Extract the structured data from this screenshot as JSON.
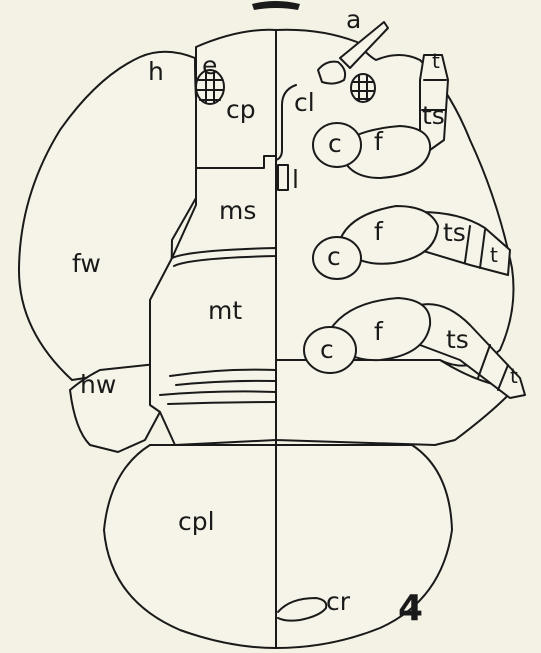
{
  "figure_number": "4",
  "labels": {
    "a": "a",
    "h": "h",
    "e": "e",
    "cp": "cp",
    "cl": "cl",
    "l": "l",
    "ms": "ms",
    "fw": "fw",
    "mt": "mt",
    "hw": "hw",
    "cpl": "cpl",
    "cr": "cr",
    "f": "f",
    "ts": "ts",
    "t": "t",
    "c": "c"
  }
}
